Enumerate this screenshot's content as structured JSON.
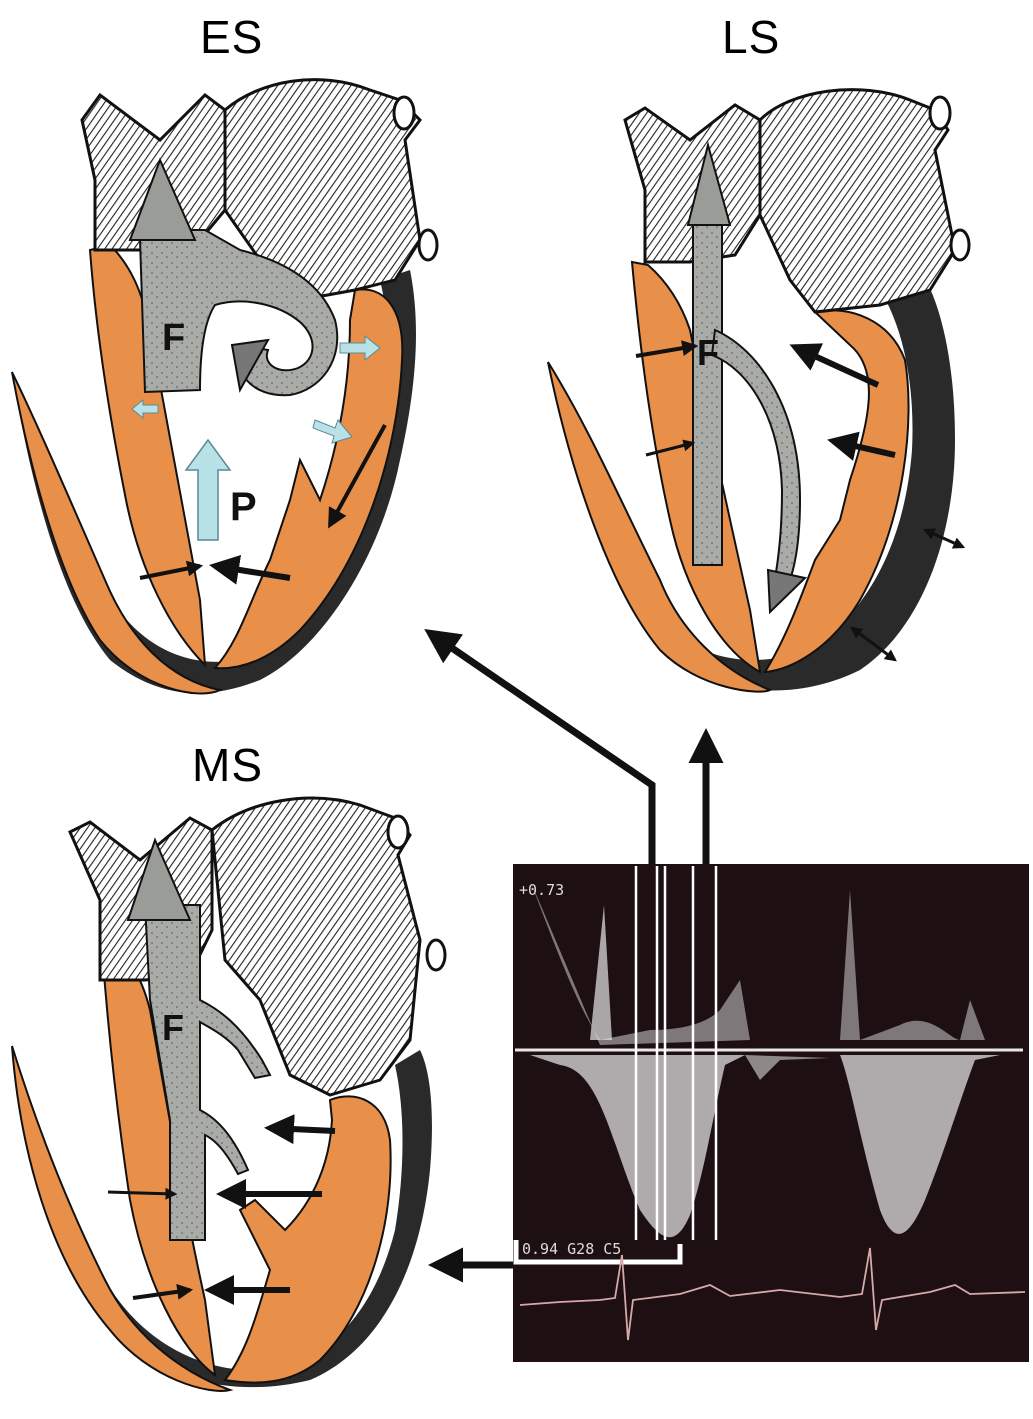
{
  "panels": {
    "es": {
      "title": "ES",
      "labels": {
        "flow": "F",
        "pressure": "P"
      }
    },
    "ls": {
      "title": "LS",
      "labels": {
        "flow": "F"
      }
    },
    "ms": {
      "title": "MS",
      "labels": {
        "flow": "F"
      }
    }
  },
  "doppler": {
    "scale_top": "+0.73",
    "scale_bottom": "0.94 G28 C5"
  },
  "colors": {
    "myocardium": "#e8904a",
    "flow": "#a9aca6",
    "pressure_arrow": "#b9e1e8",
    "outline": "#111111",
    "doppler_bg": "#1e0f12"
  }
}
